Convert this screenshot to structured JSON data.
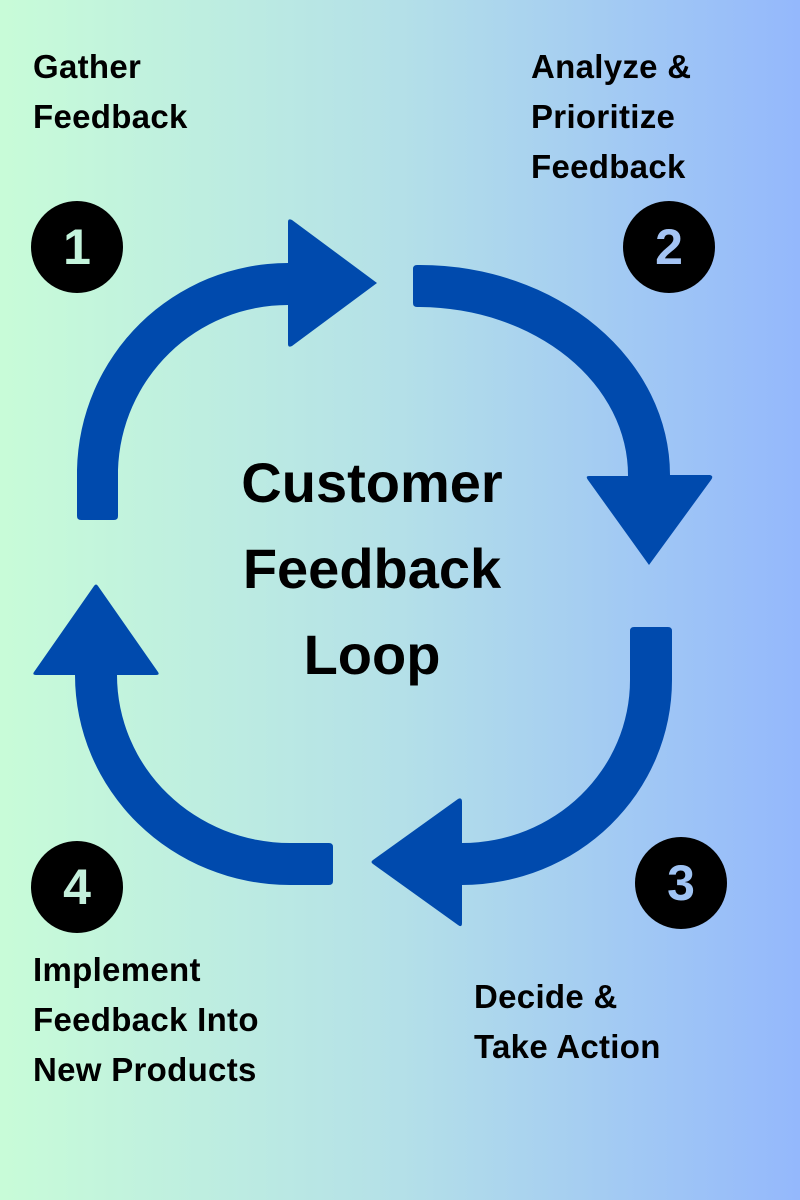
{
  "title": {
    "lines": [
      "Customer",
      "Feedback",
      "Loop"
    ]
  },
  "colors": {
    "arrow": "#004aad",
    "badge_bg": "#000000",
    "bg_left": "#c8fcd8",
    "bg_right": "#94b8fc"
  },
  "steps": [
    {
      "number": "1",
      "lines": [
        "Gather",
        "Feedback"
      ],
      "arrow_direction": "right",
      "arrow_icon": "curved-arrow-right-icon"
    },
    {
      "number": "2",
      "lines": [
        "Analyze &",
        "Prioritize",
        "Feedback"
      ],
      "arrow_direction": "down",
      "arrow_icon": "curved-arrow-down-icon"
    },
    {
      "number": "3",
      "lines": [
        "Decide &",
        "Take Action"
      ],
      "arrow_direction": "left",
      "arrow_icon": "curved-arrow-left-icon"
    },
    {
      "number": "4",
      "lines": [
        "Implement",
        "Feedback Into",
        "New Products"
      ],
      "arrow_direction": "up",
      "arrow_icon": "curved-arrow-up-icon"
    }
  ]
}
